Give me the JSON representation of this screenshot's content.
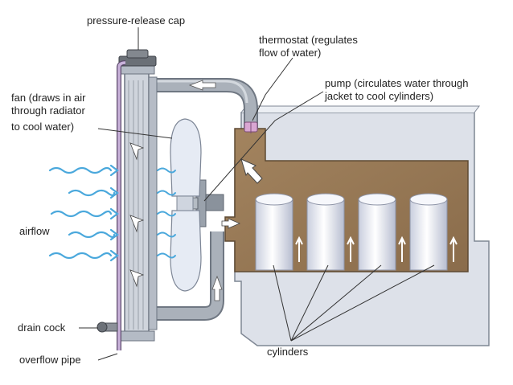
{
  "labels": {
    "pressure_cap": "pressure-release cap",
    "thermostat_1": "thermostat (regulates",
    "thermostat_2": "flow of water)",
    "pump_1": "pump (circulates water through",
    "pump_2": "jacket to cool cylinders)",
    "fan_1": "fan (draws in air",
    "fan_2": "through radiator",
    "fan_3": "to cool water)",
    "airflow": "airflow",
    "drain_cock": "drain cock",
    "overflow_pipe": "overflow pipe",
    "cylinders": "cylinders"
  },
  "colors": {
    "engine_block": "#dde1e9",
    "water_jacket": "#9b7c58",
    "pipe": "#a8b0b8",
    "radiator": "#cfd4dc",
    "overflow_pipe": "#c9b2da",
    "cylinder": "#eef0f6",
    "fan_blade": "#e6ebf4",
    "airflow_arrow": "#4aa8dc",
    "thermostat": "#d9a6d2"
  }
}
